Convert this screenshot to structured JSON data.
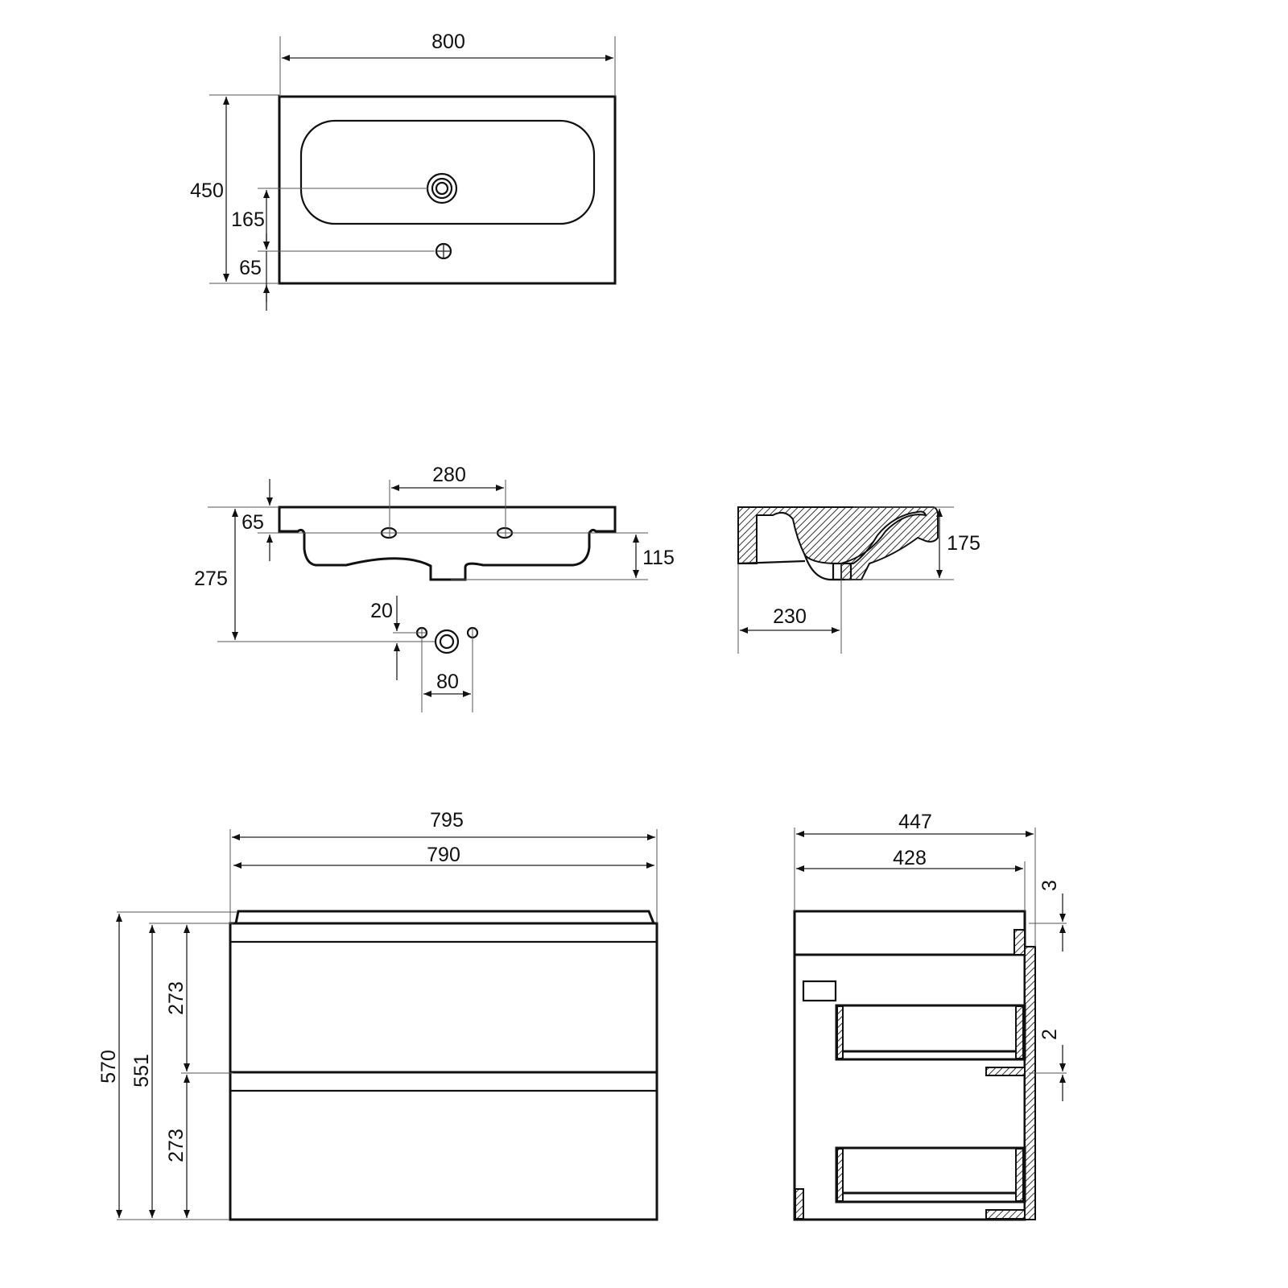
{
  "drawing": {
    "top_view": {
      "width": "800",
      "depth": "450",
      "drain_offset": "165",
      "tap_offset": "65"
    },
    "front_view": {
      "tap_spacing": "280",
      "rim_height": "65",
      "drain_depth": "275",
      "bowl_height": "115",
      "fix_offset": "20",
      "fix_spacing": "80"
    },
    "section_view": {
      "height": "175",
      "drain_distance": "230"
    },
    "cabinet_front": {
      "top_width": "795",
      "body_width": "790",
      "total_height": "570",
      "body_height": "551",
      "drawer_upper": "273",
      "drawer_lower": "273"
    },
    "cabinet_side": {
      "top_depth": "447",
      "body_depth": "428",
      "gap_top": "3",
      "gap_mid": "2"
    }
  }
}
